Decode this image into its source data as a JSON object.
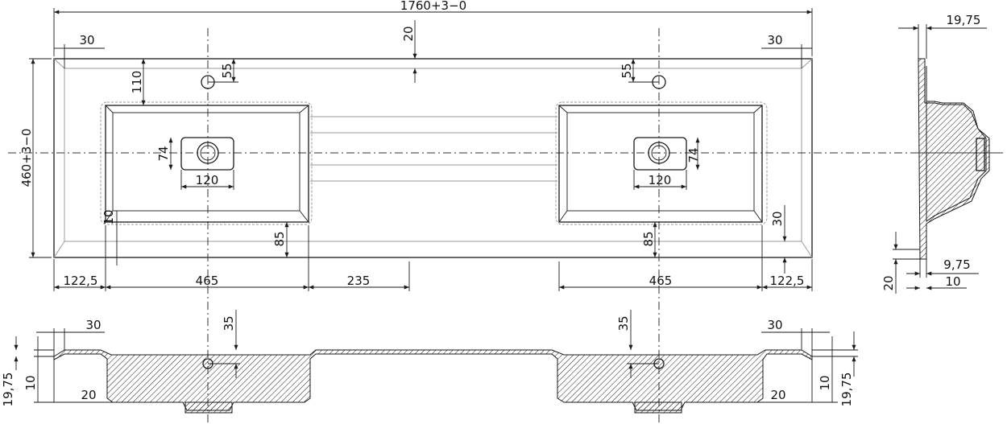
{
  "drawing": {
    "top_view": {
      "overall_length": "1760+3−0",
      "overall_depth": "460+3−0",
      "rim_left": "30",
      "rim_right": "30",
      "back_rim": "20",
      "hole_offset_left": "55",
      "hole_offset_right": "55",
      "basin_from_back": "110",
      "drain_height_left": "74",
      "drain_height_right": "74",
      "drain_width_left": "120",
      "drain_width_right": "120",
      "basin_edge_left": "10",
      "basin_front_gap_left": "85",
      "basin_front_gap_right": "85",
      "front_rim_right": "30"
    },
    "bottom_dims": {
      "left_offset": "122,5",
      "left_basin_width": "465",
      "gap": "235",
      "right_basin_width": "465",
      "right_offset": "122,5"
    },
    "front_section": {
      "rim_left": "30",
      "rim_right": "30",
      "hole_depth_left": "35",
      "hole_depth_right": "35",
      "height_left": "19,75",
      "height_right": "19,75",
      "lip_left": "10",
      "lip_right": "10",
      "edge_left": "20",
      "edge_right": "20"
    },
    "side_section": {
      "top_thickness": "19,75",
      "lip": "9,75",
      "bottom_height": "20",
      "bottom_width": "10"
    }
  }
}
